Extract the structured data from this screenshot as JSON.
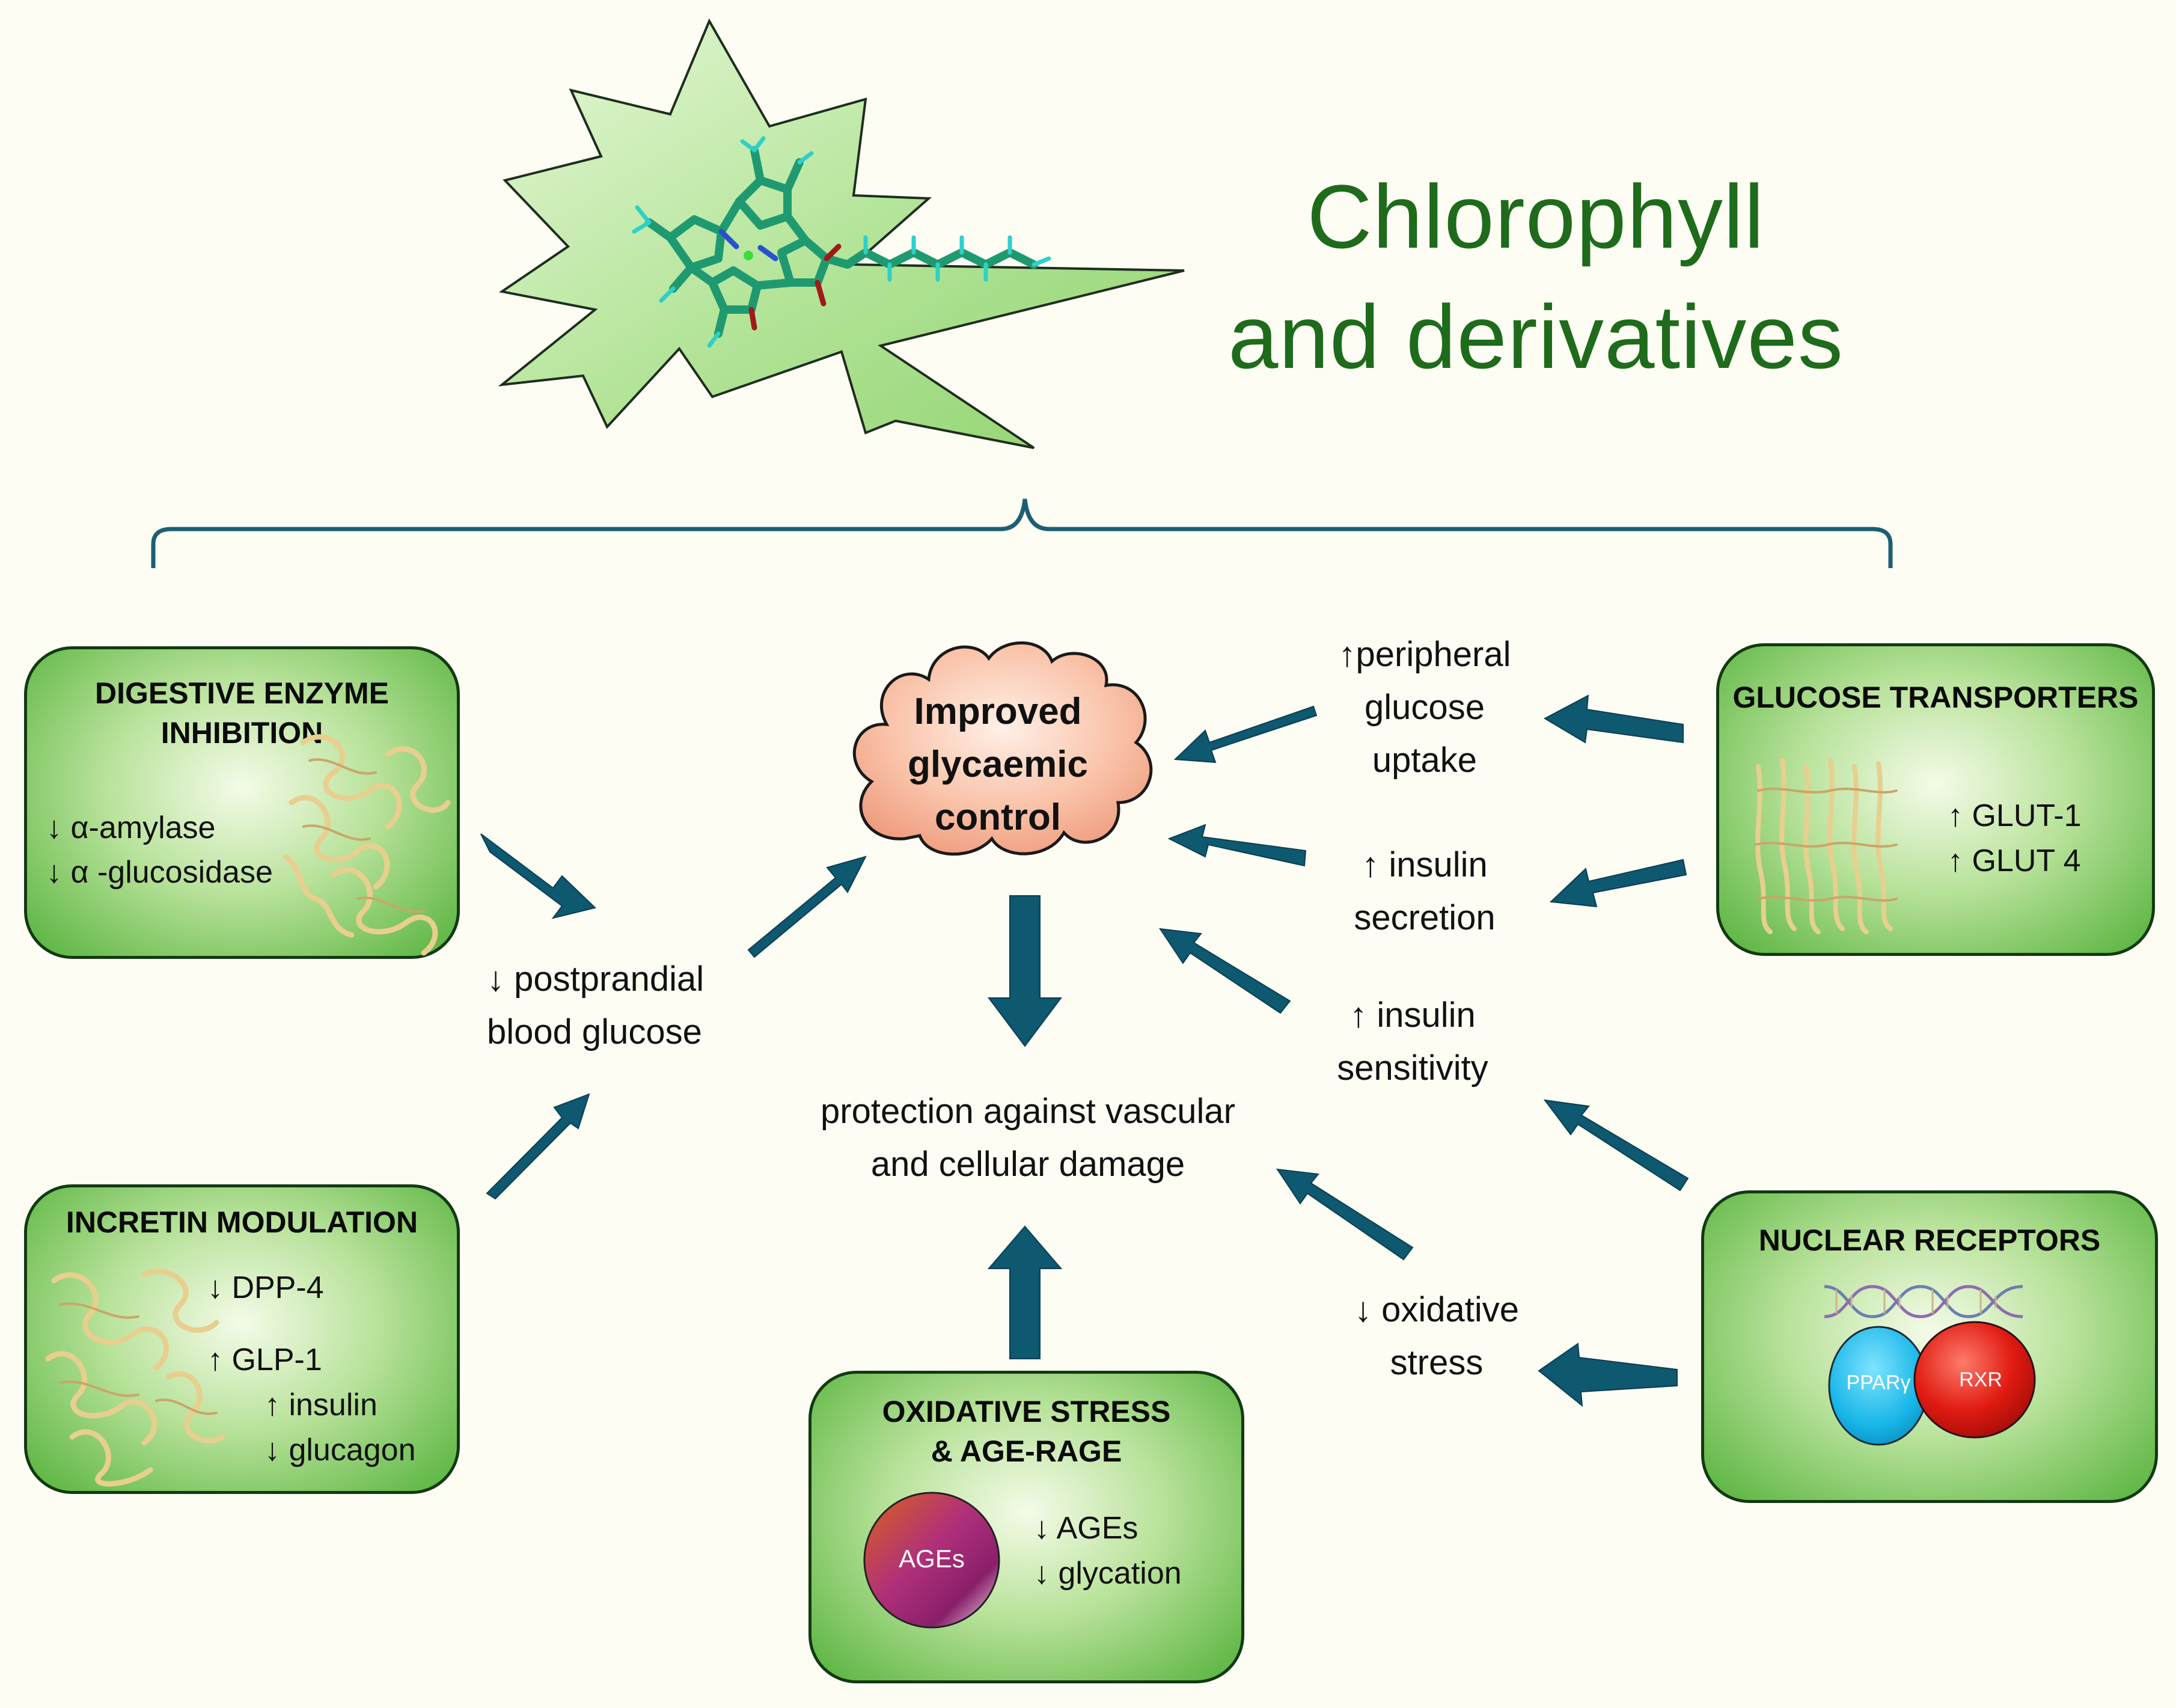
{
  "title": {
    "line1": "Chlorophyll",
    "line2": "and derivatives"
  },
  "center": {
    "label_lines": [
      "Improved",
      "glycaemic",
      "control"
    ],
    "protection_lines": [
      "protection against vascular",
      "and cellular damage"
    ]
  },
  "outcomes": {
    "postprandial": [
      "↓ postprandial",
      "blood glucose"
    ],
    "peripheral": [
      "↑peripheral",
      "glucose",
      "uptake"
    ],
    "secretion": [
      "↑ insulin",
      "secretion"
    ],
    "sensitivity": [
      "↑ insulin",
      "sensitivity"
    ],
    "oxidative": [
      "↓ oxidative",
      "stress"
    ]
  },
  "boxes": {
    "digestive": {
      "title_lines": [
        "DIGESTIVE ENZYME",
        "INHIBITION"
      ],
      "items": [
        "↓ α-amylase",
        "↓ α -glucosidase"
      ]
    },
    "incretin": {
      "title": "INCRETIN MODULATION",
      "items": [
        "↓ DPP-4",
        "↑  GLP-1",
        "↑ insulin",
        "↓ glucagon"
      ]
    },
    "oxidative": {
      "title_lines": [
        "OXIDATIVE STRESS",
        "& AGE-RAGE"
      ],
      "circle_label": "AGEs",
      "items": [
        "↓ AGEs",
        "↓ glycation"
      ]
    },
    "glucose": {
      "title": "GLUCOSE TRANSPORTERS",
      "items": [
        "↑  GLUT-1",
        "↑  GLUT 4"
      ]
    },
    "nuclear": {
      "title": "NUCLEAR RECEPTORS",
      "ppar": "PPARγ",
      "rxr": "RXR"
    }
  },
  "colors": {
    "title_green": "#1f6b1c",
    "arrow": "#0e5870",
    "bracket": "#1c5f73",
    "box_border": "#123a12",
    "cloud_fill": "#f6b39a"
  },
  "icons": [
    "chlorophyll-molecule-icon",
    "protein-ribbon-icon",
    "dna-helix-icon",
    "ages-sphere-icon"
  ]
}
